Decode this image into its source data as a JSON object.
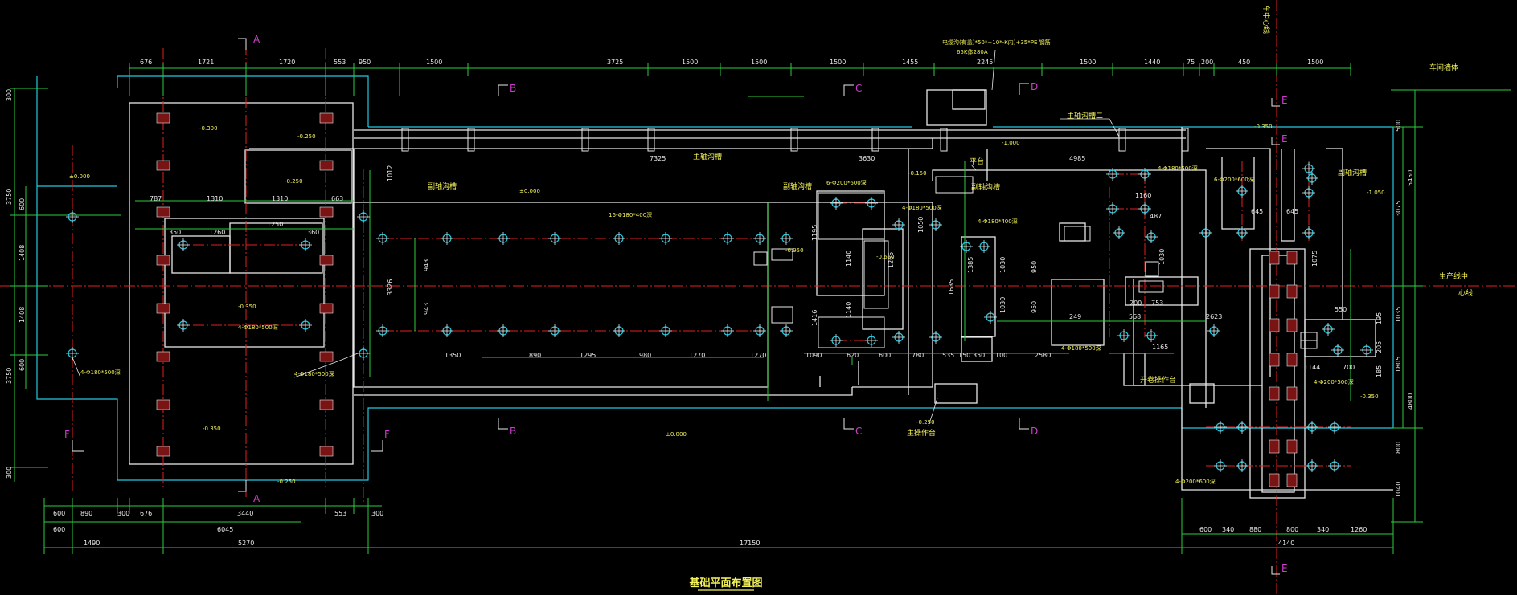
{
  "drawing": {
    "title": "基础平面布置图",
    "colors": {
      "background": "#000000",
      "outline": "#e8e8e8",
      "dimension": "#2ecc40",
      "centerline": "#e02020",
      "foundation_edge": "#22c8e0",
      "annotation": "#f2f25a",
      "section_mark": "#d23bd2",
      "anchor": "#c0392b"
    },
    "labels": {
      "workshop_wall": "车间墙体",
      "production_line_center": "生产线中",
      "production_line_center2": "心线",
      "center_line_v": "车中心线",
      "trench_main": "主轴沟槽",
      "trench_main2": "主轴沟槽二",
      "trench_side": "副轴沟槽",
      "trench_side2": "副轴沟槽",
      "trench_d": "副轴沟槽",
      "trench_right": "副轴沟槽",
      "platform_1": "平台",
      "platform_2": "主操作台",
      "operating_table": "开卷操作台",
      "top_note": "电缆沟(有盖)*50*+10*-K内)+35*PE 钢筋",
      "top_note2": "65K体280A",
      "bolt_1": "4-Φ180*500深",
      "bolt_2": "4-Φ180*500深",
      "bolt_3": "16-Φ180*400深",
      "bolt_4": "6-Φ200*600深",
      "bolt_5": "4-Φ180*500深",
      "bolt_6": "4-Φ180*400深",
      "bolt_7": "6-Φ200*600深",
      "bolt_8": "4-Φ200*500深",
      "bolt_9": "4-Φ200*600深",
      "bolt_10": "4-Φ180*500深",
      "bolt_11": "4-Φ180*500深",
      "bolt_12": "4-Φ180*500深"
    },
    "sections": {
      "A_top": "A",
      "A_bot": "A",
      "B_top": "B",
      "B_bot": "B",
      "C_top": "C",
      "C_bot": "C",
      "D_top": "D",
      "D_bot": "D",
      "E_top": "E",
      "E_mid": "E",
      "E_bot": "E",
      "F_left": "F",
      "F_right": "F"
    },
    "dims_top": [
      "676",
      "1721",
      "1720",
      "553",
      "950",
      "1500",
      "3725",
      "1500",
      "1500",
      "1500",
      "1455",
      "2245",
      "1500",
      "1440",
      "75",
      "200",
      "450",
      "1500"
    ],
    "dims_bottom1": [
      "600",
      "890",
      "300",
      "676",
      "3440",
      "553",
      "300"
    ],
    "dims_bottom2": [
      "600",
      "6045"
    ],
    "dims_bottom3": [
      "1490",
      "5270",
      "17150",
      "4140"
    ],
    "dims_bottom_right": [
      "600",
      "340",
      "880",
      "800",
      "340",
      "1260"
    ],
    "dims_left": [
      "300",
      "3750",
      "600",
      "1408",
      "1408",
      "600",
      "3750",
      "300"
    ],
    "dims_right": [
      "500",
      "3075",
      "5450",
      "1035",
      "1805",
      "195",
      "205",
      "185",
      "4800",
      "800",
      "1040"
    ],
    "dims_mid": [
      "943",
      "943",
      "3326",
      "1350",
      "890",
      "1295",
      "980",
      "1270",
      "1270",
      "1090",
      "620",
      "600",
      "780",
      "535",
      "150",
      "350",
      "100",
      "2580",
      "249",
      "568",
      "1165",
      "200",
      "753",
      "2623",
      "1012",
      "1310",
      "1310",
      "663",
      "787",
      "350",
      "1260",
      "1250",
      "360",
      "7325",
      "3630",
      "4985",
      "1195",
      "1416",
      "1140",
      "1140",
      "1050",
      "1265",
      "1635",
      "1385",
      "950",
      "950",
      "1030",
      "1030",
      "1160",
      "487",
      "1030",
      "645",
      "645",
      "1075",
      "550",
      "700",
      "1144"
    ],
    "levels": [
      "-0.300",
      "-0.250",
      "±0.000",
      "-0.250",
      "-0.350",
      "±0.000",
      "-0.350",
      "-0.950",
      "-0.650",
      "-0.150",
      "-1.000",
      "-0.250",
      "-0.350",
      "-1.050",
      "-0.250",
      "±0.000",
      "-0.350"
    ]
  }
}
